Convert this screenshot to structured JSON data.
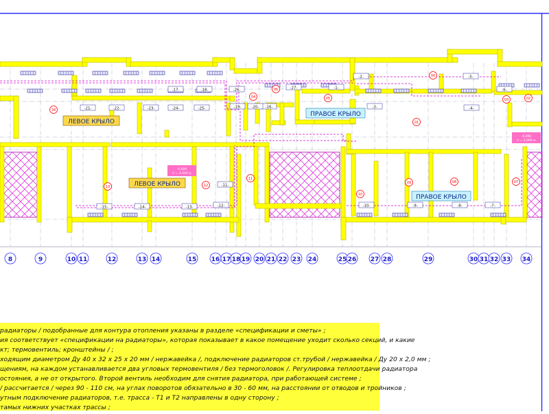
{
  "colors": {
    "wall": "#ffff00",
    "wall_edge": "#b9b900",
    "frame": "#2b2bff",
    "pipe": "#d000d0",
    "room_num": "#ff0000",
    "label_box_yellow": "#ffd84a",
    "label_box_cyan": "#c8f2ff",
    "label_box_pink": "#ff6fc7",
    "hatch": "#e040e0",
    "notes_bg": "#ffff3a"
  },
  "wing_labels": {
    "left_top": "ЛЕВОЕ КРЫЛО",
    "left_bottom": "ЛЕВОЕ КРЫЛО",
    "right_top": "ПРАВОЕ КРЫЛО",
    "right_bottom": "ПРАВОЕ КРЫЛО"
  },
  "elevation_marks": {
    "left": {
      "line1": "-0,000",
      "line2": "h = 4,000 м"
    },
    "right": {
      "line1": "-0,000",
      "line2": "h = 4,000 м"
    }
  },
  "axis_labels": [
    "8",
    "9",
    "10",
    "11",
    "12",
    "13",
    "14",
    "15",
    "16",
    "17",
    "18",
    "19",
    "20",
    "21",
    "22",
    "23",
    "24",
    "25",
    "26",
    "27",
    "28",
    "29",
    "30",
    "31",
    "32",
    "33",
    "34"
  ],
  "room_numbers": [
    "13",
    "12",
    "11",
    "10",
    "09",
    "08",
    "07",
    "01",
    "02",
    "03",
    "04",
    "06",
    "05",
    "00",
    "34"
  ],
  "radiator_tags": [
    "-21-",
    "-22-",
    "-23-",
    "-24-",
    "-25-",
    "-26-",
    "-27-",
    "-1-",
    "-2-",
    "-3-",
    "-4-",
    "-5-",
    "-6-",
    "-7-",
    "-8-",
    "-9-",
    "-10-",
    "-11-",
    "-12-",
    "-13-",
    "-14-",
    "-15-",
    "-16-",
    "-17-",
    "-18-",
    "-19-",
    "-20-"
  ],
  "notes": [
    "радиаторы / подобранные для контура отопления указаны в разделе «спецификации и сметы» ;",
    "ия соответствует «спецификации на радиаторы», которая показывает в какое помещение уходит сколько секций, и какие",
    "кт; термовентиль; кронштейны / ;",
    "ходящим диаметром Ду 40 х 32 х 25 х 20 мм / нержавейка /, подключение радиаторов ст.трубой / нержавейка / Ду 20 х 2,0 мм ;",
    "щениям, на каждом устанавливается два угловых термовентиля / без термоголовок /. Регулировка теплоотдачи радиатора",
    "остояния, а не от открытого. Второй вентиль необходим для снятия радиатора, при работающей системе ;",
    "/ рассчитается / через 90 - 110 см, на углах поворотов обязательно в 30 - 60 мм, на расстоянии от отводов и тройников ;",
    "утным подключение радиаторов, т.е. трасса - Т1 и Т2 направлены в одну сторону ;",
    "тамых нижних участках трассы ;"
  ]
}
